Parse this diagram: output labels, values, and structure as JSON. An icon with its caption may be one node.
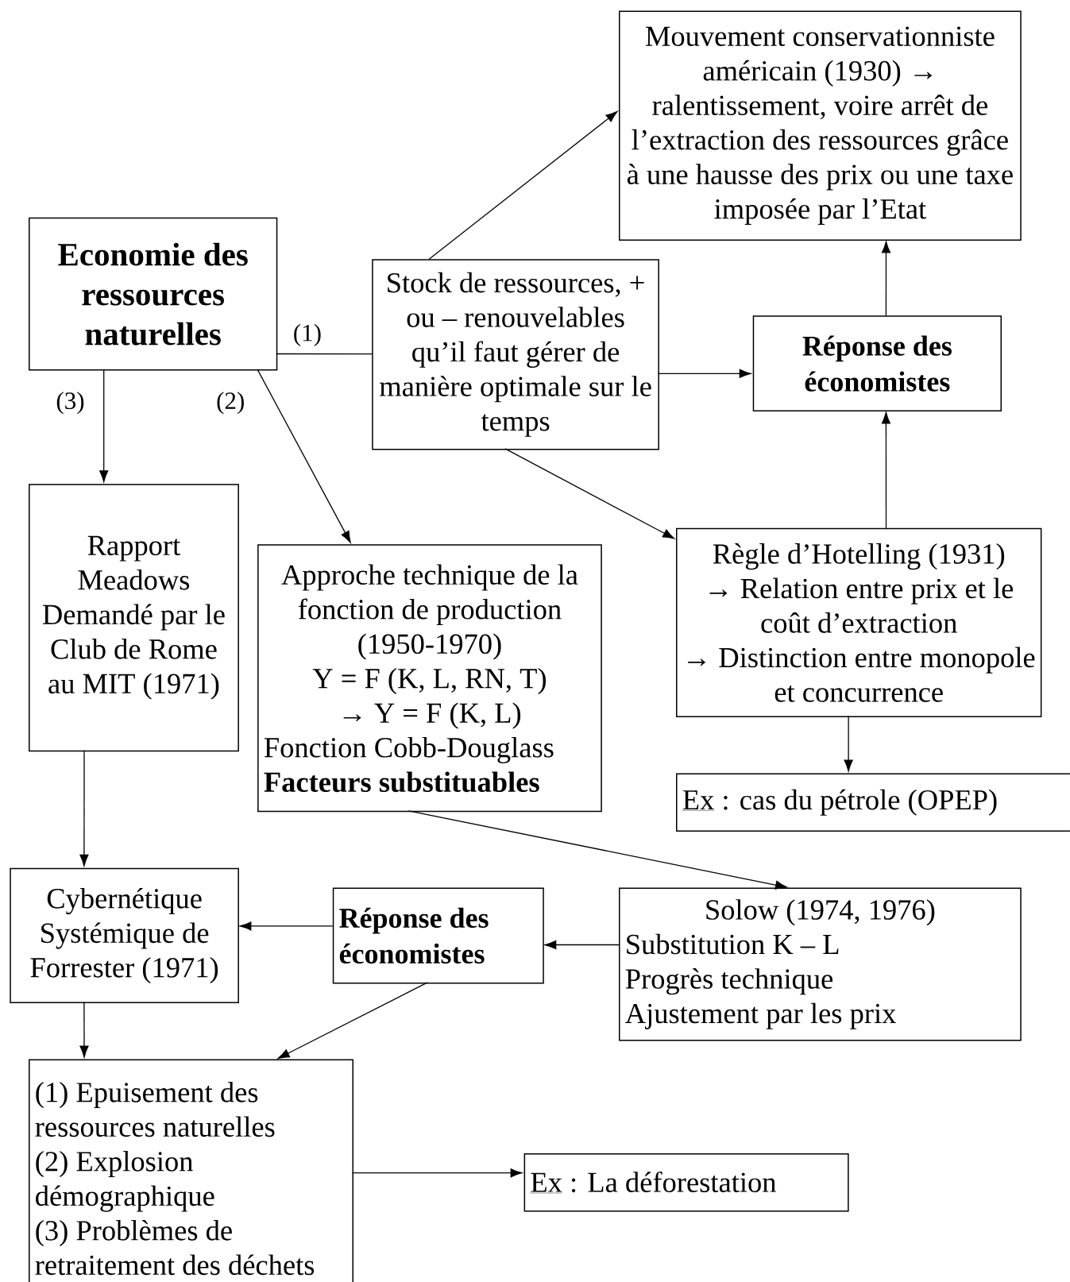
{
  "diagram": {
    "nodes": [
      {
        "text": [
          "Economie des ressources naturelles"
        ]
      },
      {
        "text": [
          "Mouvement conservationniste américain (1930) → ralentissement, voire arrêt de l’extraction des ressources grâce à une hausse des prix ou une taxe imposée par l’Etat"
        ]
      },
      {
        "text": [
          "Stock de ressources, + ou – renouvelables qu’il faut gérer de manière optimale sur le temps"
        ]
      },
      {
        "text": [
          "Réponse des économistes"
        ]
      },
      {
        "text": [
          "Rapport Meadows Demandé par le Club de Rome au MIT (1971)"
        ]
      },
      {
        "text": [
          "Approche technique de la fonction de production (1950-1970)",
          "Y = F (K, L, RN, T)",
          "→  Y = F (K, L)",
          "Fonction Cobb-Douglass",
          "Facteurs substituables"
        ]
      },
      {
        "text": [
          "Règle d’Hotelling (1931)",
          "→ Relation entre prix et le coût d’extraction",
          "→ Distinction entre monopole et concurrence"
        ]
      },
      {
        "text": [
          "Ex",
          ": cas du pétrole (OPEP)"
        ]
      },
      {
        "text": [
          "Cybernétique Systémique de Forrester (1971)"
        ]
      },
      {
        "text": [
          "Réponse des économistes"
        ]
      },
      {
        "text": [
          "Solow (1974, 1976)",
          "Substitution K – L",
          "Progrès technique",
          "Ajustement par les prix"
        ]
      },
      {
        "text": [
          "(1) Epuisement des ressources naturelles",
          "(2) Explosion démographique",
          "(3) Problèmes de retraitement des déchets"
        ]
      },
      {
        "text": [
          "Ex",
          ": La déforestation"
        ]
      }
    ],
    "edges": [
      {
        "from": 0,
        "to": 2,
        "arrow": "none",
        "label": "(1)"
      },
      {
        "from": 2,
        "to": 1,
        "arrow": "to"
      },
      {
        "from": 2,
        "to": 3,
        "arrow": "to"
      },
      {
        "from": 2,
        "to": 6,
        "arrow": "to"
      },
      {
        "from": 6,
        "to": 3,
        "arrow": "to"
      },
      {
        "from": 3,
        "to": 1,
        "arrow": "to"
      },
      {
        "from": 6,
        "to": 7,
        "arrow": "to"
      },
      {
        "from": 0,
        "to": 4,
        "arrow": "to",
        "label": "(3)"
      },
      {
        "from": 0,
        "to": 5,
        "arrow": "to",
        "label": "(2)"
      },
      {
        "from": 5,
        "to": 10,
        "arrow": "to"
      },
      {
        "from": 10,
        "to": 9,
        "arrow": "to"
      },
      {
        "from": 9,
        "to": 8,
        "arrow": "to"
      },
      {
        "from": 4,
        "to": 8,
        "arrow": "to"
      },
      {
        "from": 9,
        "to": 11,
        "arrow": "to"
      },
      {
        "from": 8,
        "to": 11,
        "arrow": "to"
      },
      {
        "from": 11,
        "to": 12,
        "arrow": "to"
      }
    ]
  }
}
